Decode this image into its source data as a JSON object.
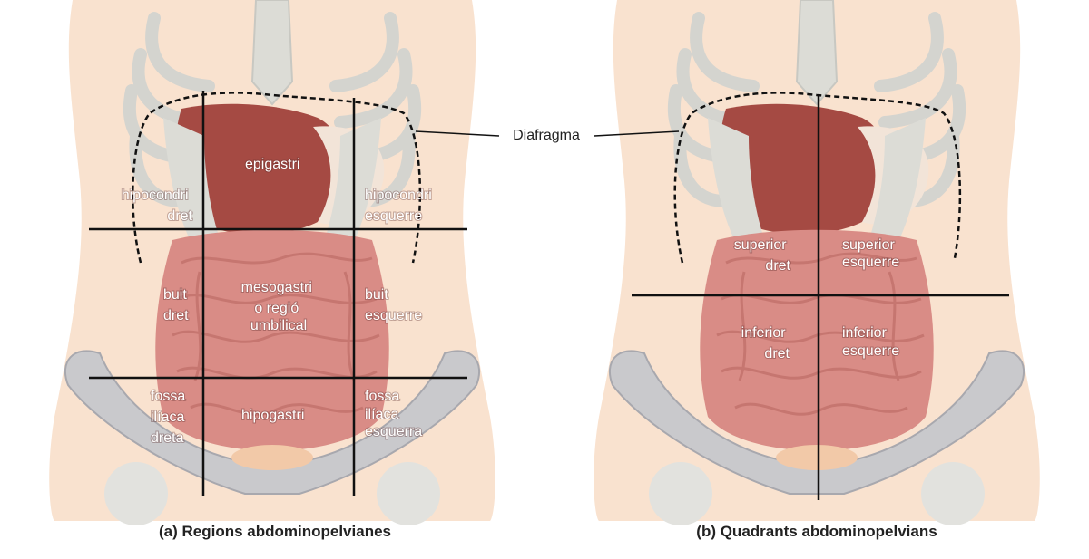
{
  "callout": "Diafragma",
  "panel_a": {
    "caption": "(a) Regions abdominopelvianes",
    "regions": {
      "right_hypochondriac": [
        "hipocondri",
        "dret"
      ],
      "epigastric": [
        "epigastri"
      ],
      "left_hypochondriac": [
        "hipocondri",
        "esquerre"
      ],
      "right_lumbar": [
        "buit",
        "dret"
      ],
      "umbilical": [
        "mesogastri",
        "o regió",
        "umbilical"
      ],
      "left_lumbar": [
        "buit",
        "esquerre"
      ],
      "right_iliac": [
        "fossa",
        "ilíaca",
        "dreta"
      ],
      "hypogastric": [
        "hipogastri"
      ],
      "left_iliac": [
        "fossa",
        "ilíaca",
        "esquerra"
      ]
    }
  },
  "panel_b": {
    "caption": "(b) Quadrants abdominopelvians",
    "quadrants": {
      "upper_right": [
        "superior",
        "dret"
      ],
      "upper_left": [
        "superior",
        "esquerre"
      ],
      "lower_right": [
        "inferior",
        "dret"
      ],
      "lower_left": [
        "inferior",
        "esquerre"
      ]
    }
  },
  "colors": {
    "skin": "#f9e2cf",
    "bone": "#dcdcd6",
    "liver": "#a54a43",
    "intestine": "#d98c86",
    "pelvis": "#c9c9cc",
    "lines": "#111111"
  }
}
